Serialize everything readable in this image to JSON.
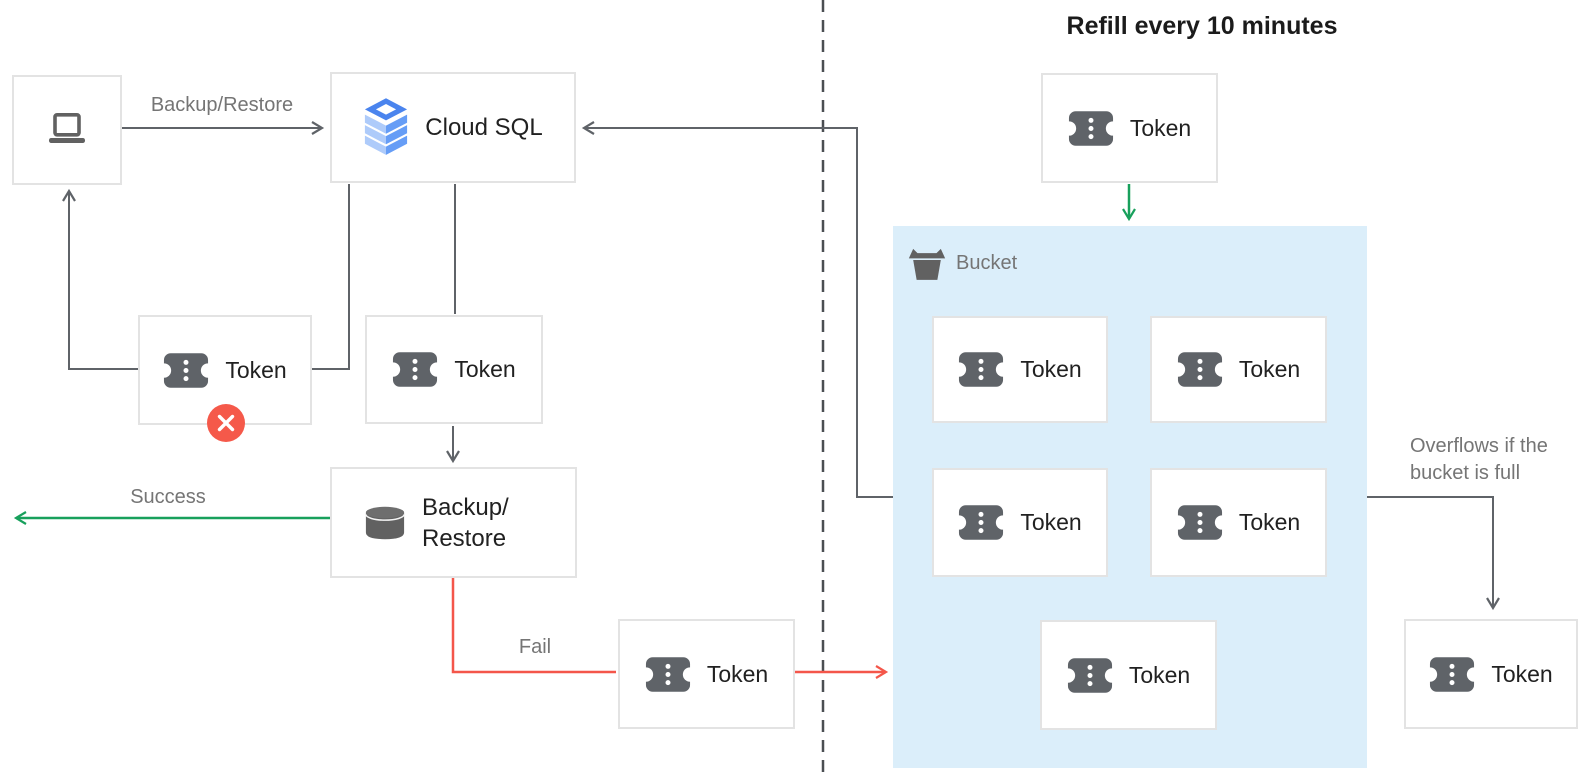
{
  "diagram": {
    "title": "Refill every 10 minutes",
    "edge_labels": {
      "backup_restore": "Backup/Restore",
      "success": "Success",
      "fail": "Fail",
      "overflow": [
        "Overflows if the",
        "bucket is full"
      ]
    },
    "nodes": {
      "cloud_sql": {
        "label": "Cloud SQL"
      },
      "backup_restore": {
        "label_line1": "Backup/",
        "label_line2": "Restore"
      },
      "token_label": "Token",
      "bucket_label": "Bucket"
    },
    "colors": {
      "green": "#18a05c",
      "red": "#f4564a",
      "red_badge": "#f5594a",
      "connector": "#5f6368",
      "bucket_fill": "#dbeefa",
      "node_border": "#e3e3e3",
      "icon_gray": "#5f6368",
      "text_dark": "#212121",
      "text_muted": "#757575",
      "sql_blue_dark": "#4a84ee",
      "sql_blue_light": "#aecbfa",
      "sql_blue_mid": "#669df6"
    }
  }
}
